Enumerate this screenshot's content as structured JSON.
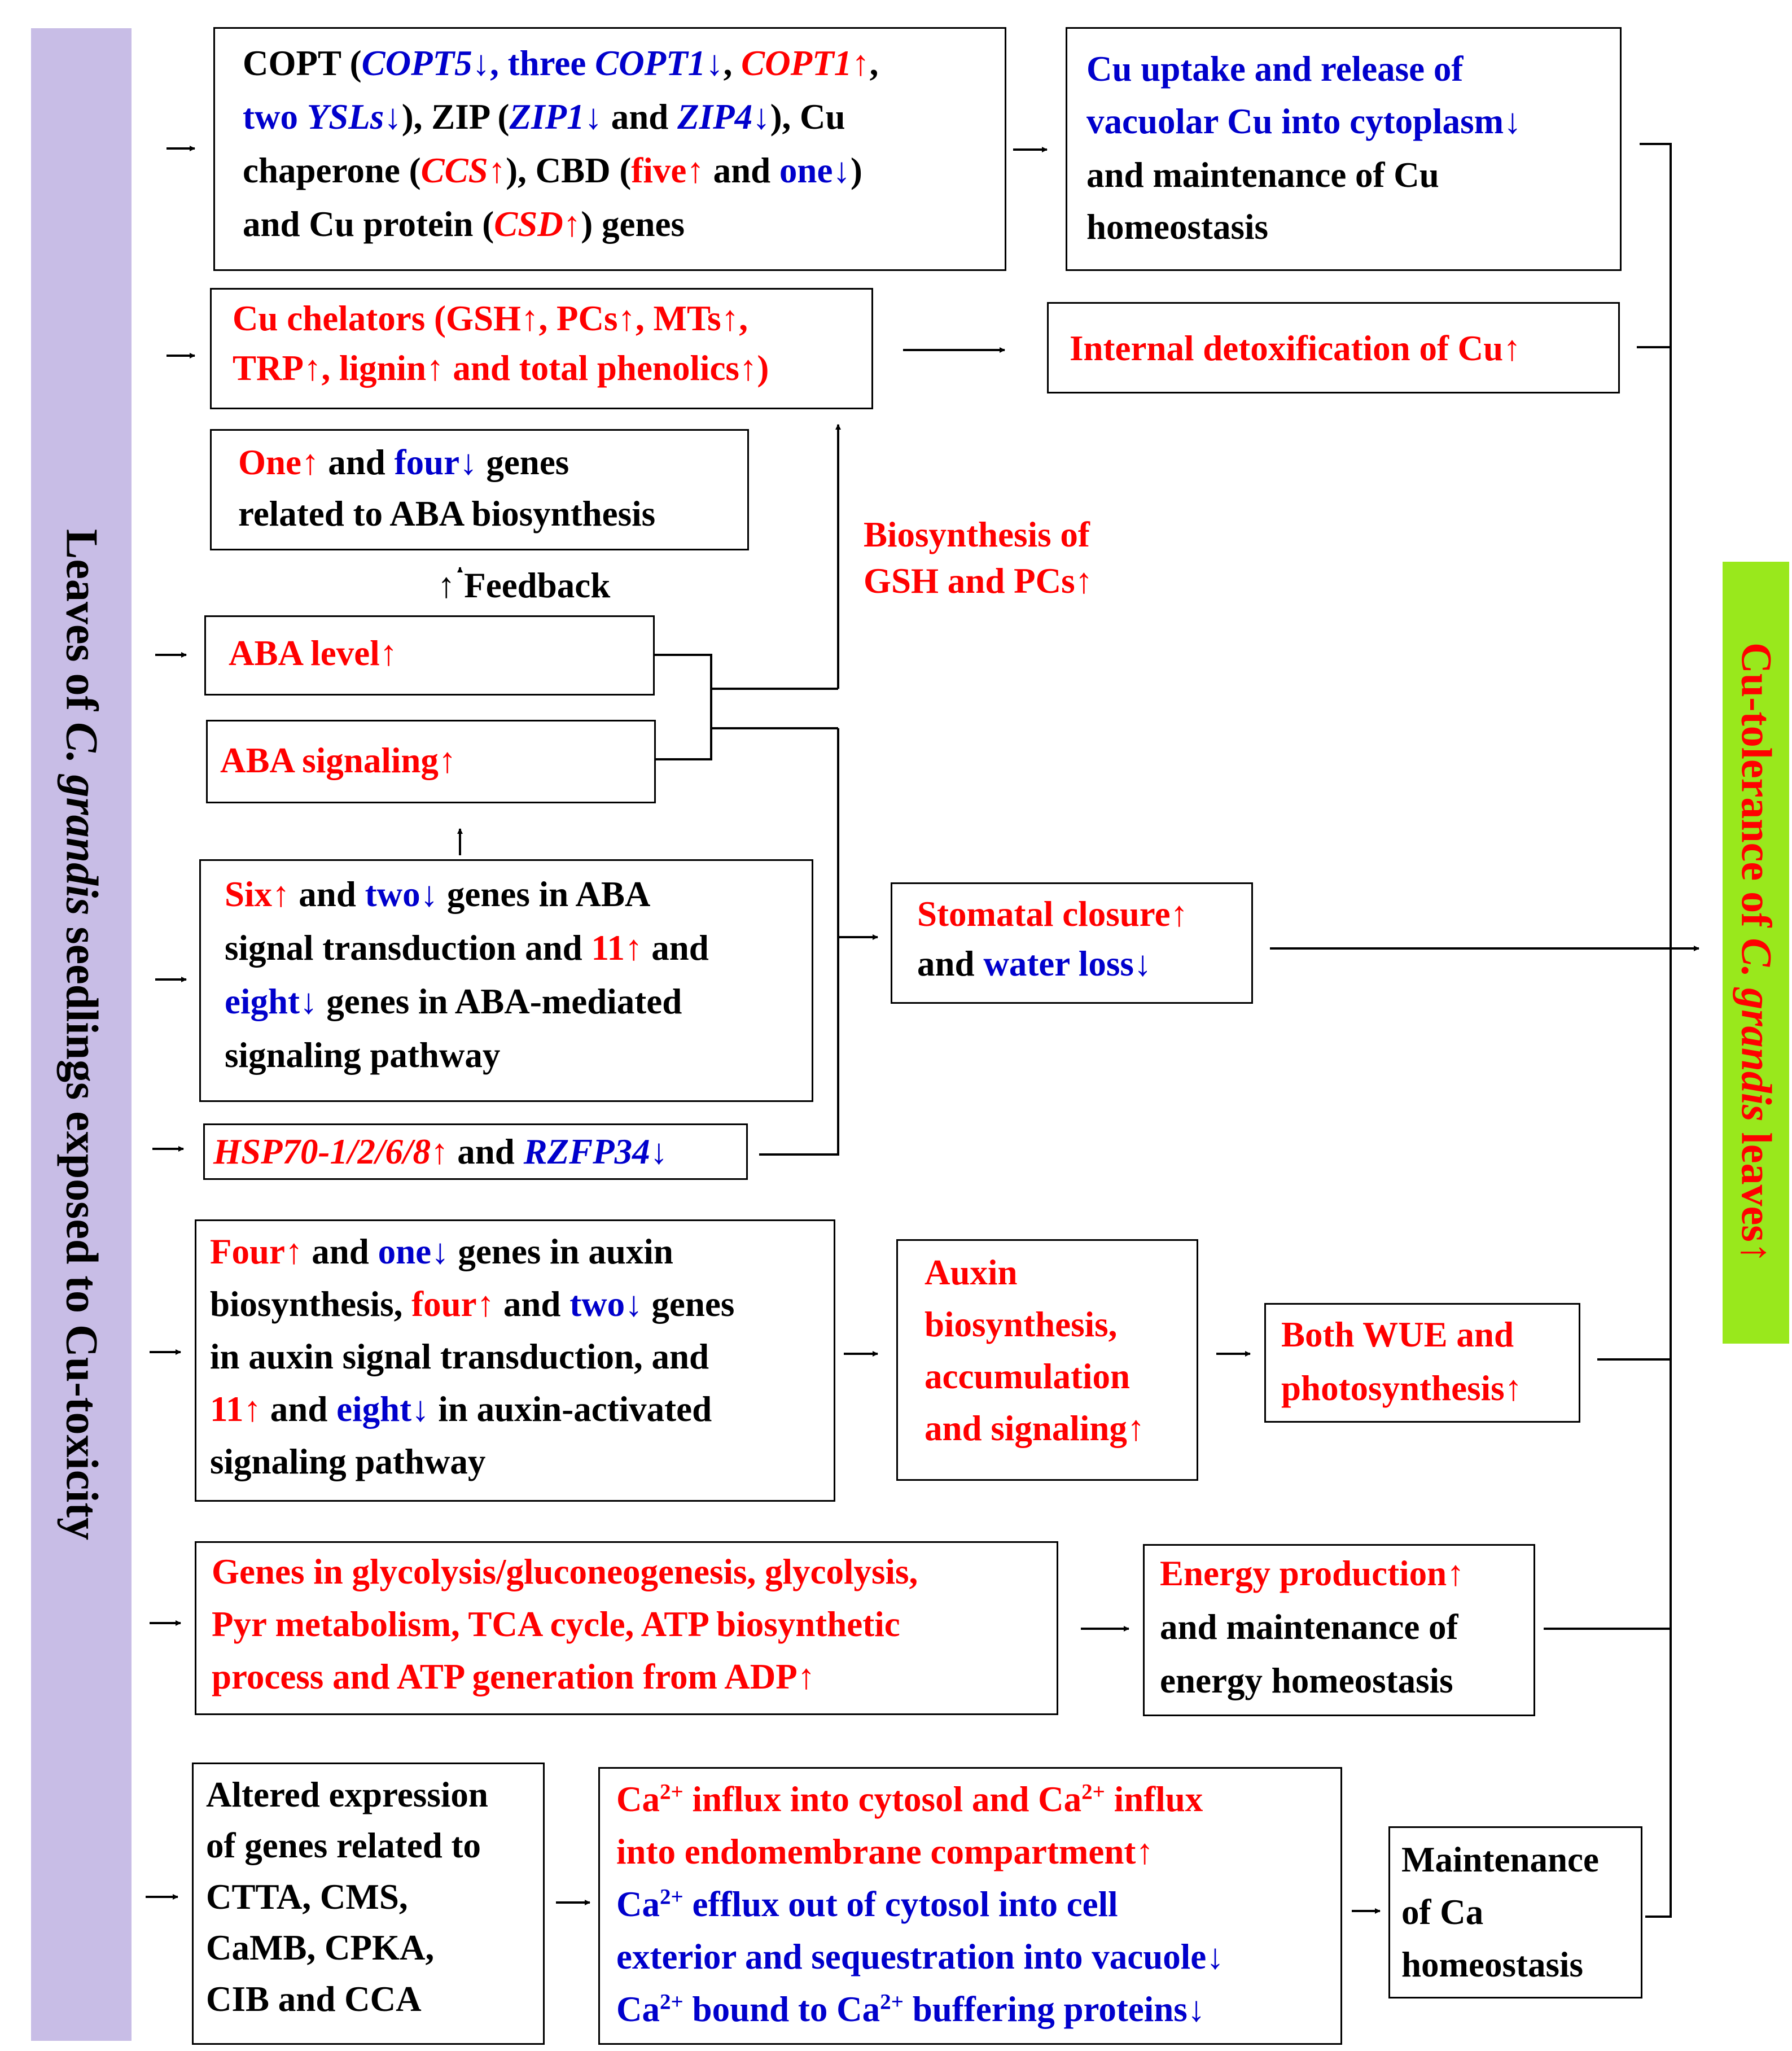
{
  "colors": {
    "red": "#ff0000",
    "blue": "#0000cc",
    "black": "#000000",
    "left_bar": "#c8bde6",
    "right_bar": "#99e81c"
  },
  "left_bar": {
    "p1": "Leaves of ",
    "p2": "C. grandis",
    "p3": " seedlings exposed to Cu-toxicity"
  },
  "right_bar": {
    "p1": "Cu-tolerance of ",
    "p2": "C. grandis",
    "p3": " leaves↑"
  },
  "copt": {
    "l1": {
      "a": "COPT (",
      "b": "COPT5↓",
      "c": ", three ",
      "d": "COPT1↓",
      "e": ", ",
      "f": "COPT1↑",
      "g": ","
    },
    "l2": {
      "a": "two ",
      "b": "YSLs↓",
      "c": "), ZIP (",
      "d": "ZIP1↓",
      "e": " and ",
      "f": "ZIP4↓",
      "g": "), Cu"
    },
    "l3": {
      "a": "chaperone (",
      "b": "CCS↑",
      "c": "), CBD (",
      "d": "five↑",
      "e": " and ",
      "f": "one↓",
      "g": ")"
    },
    "l4": {
      "a": "and Cu protein (",
      "b": "CSD↑",
      "c": ") genes"
    }
  },
  "cu_uptake": {
    "l1": "Cu uptake and release of",
    "l2": "vacuolar Cu into cytoplasm↓",
    "l3": "and maintenance of Cu",
    "l4": "homeostasis"
  },
  "chelators": {
    "l1": "Cu chelators (GSH↑, PCs↑, MTs↑,",
    "l2": "TRP↑, lignin↑ and total phenolics↑)"
  },
  "detox": {
    "l1": "Internal detoxification of Cu↑"
  },
  "aba_genes": {
    "a": "One↑",
    "b": " and ",
    "c": "four↓",
    "d": " genes",
    "l2": "related to ABA biosynthesis"
  },
  "gsh_label": {
    "l1": "Biosynthesis of",
    "l2": "GSH and PCs↑"
  },
  "feedback": {
    "label": "↑ Feedback"
  },
  "aba_level": {
    "l1": "ABA level↑"
  },
  "aba_signaling": {
    "l1": "ABA signaling↑"
  },
  "aba_signal_genes": {
    "l1": {
      "a": "Six↑",
      "b": " and ",
      "c": "two↓",
      "d": " genes in ABA"
    },
    "l2": {
      "a": "signal transduction and ",
      "b": "11↑",
      "c": " and"
    },
    "l3": {
      "a": "eight↓",
      "b": " genes in ABA-mediated"
    },
    "l4": "signaling pathway"
  },
  "hsp": {
    "a": "HSP70-1/2/6/8↑",
    "b": " and ",
    "c": "RZFP34↓"
  },
  "stomatal": {
    "l1": "Stomatal closure↑",
    "l2a": "and ",
    "l2b": "water loss↓"
  },
  "auxin_genes": {
    "l1": {
      "a": "Four↑",
      "b": " and ",
      "c": "one↓",
      "d": " genes in auxin"
    },
    "l2": {
      "a": "biosynthesis, ",
      "b": "four↑",
      "c": " and ",
      "d": "two↓",
      "e": " genes"
    },
    "l3": "in auxin signal transduction, and",
    "l4": {
      "a": "11↑",
      "b": " and ",
      "c": "eight↓",
      "d": " in auxin-activated"
    },
    "l5": "signaling pathway"
  },
  "auxin_bio": {
    "l1": "Auxin",
    "l2": "biosynthesis,",
    "l3": "accumulation",
    "l4": "and signaling↑"
  },
  "wue": {
    "l1": "Both WUE and",
    "l2": "photosynthesis↑"
  },
  "glyco": {
    "l1": "Genes in glycolysis/gluconeogenesis, glycolysis,",
    "l2": "Pyr metabolism, TCA cycle, ATP biosynthetic",
    "l3": "process and ATP generation from ADP↑"
  },
  "energy": {
    "l1": "Energy production↑",
    "l2": "and maintenance of",
    "l3": "energy homeostasis"
  },
  "altered": {
    "l1": "Altered expression",
    "l2": "of genes related to",
    "l3": "CTTA, CMS,",
    "l4": "CaMB, CPKA,",
    "l5": "CIB and CCA"
  },
  "ca_flux": {
    "l1": {
      "a": "Ca",
      "sa": "2+",
      "b": " influx into cytosol and Ca",
      "sb": "2+",
      "c": " influx"
    },
    "l2": "into endomembrane compartment↑",
    "l3": {
      "a": "Ca",
      "sa": "2+",
      "b": " efflux out of cytosol into cell"
    },
    "l4": "exterior and sequestration into vacuole↓",
    "l5": {
      "a": "Ca",
      "sa": "2+",
      "b": " bound to Ca",
      "sb": "2+",
      "c": " buffering proteins↓"
    }
  },
  "ca_maint": {
    "l1": "Maintenance",
    "l2": "of Ca",
    "l3": "homeostasis"
  }
}
